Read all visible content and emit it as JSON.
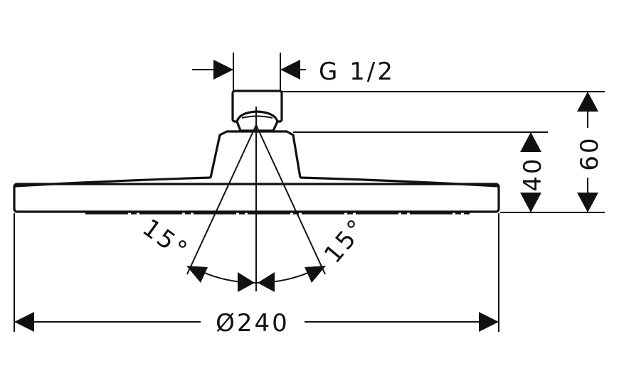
{
  "drawing": {
    "thread_label": "G 1/2",
    "diameter_label": "Ø240",
    "height_total_label": "60",
    "height_body_label": "40",
    "angle_left_label": "15°",
    "angle_right_label": "15°"
  }
}
